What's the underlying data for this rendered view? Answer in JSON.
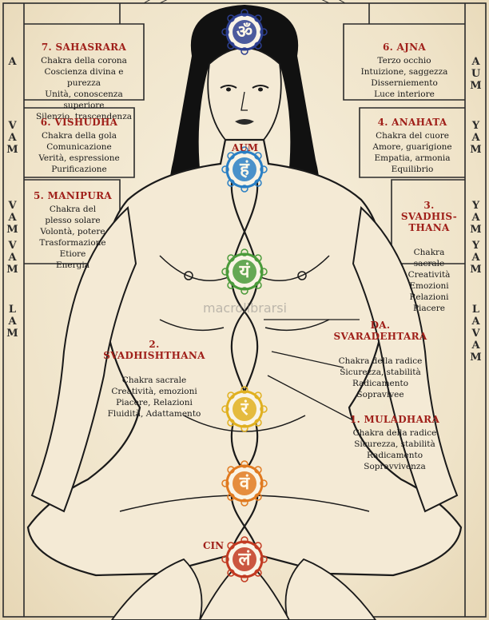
{
  "left_column_words": [
    "A",
    "VAM",
    "VAM",
    "VAM",
    "LAM"
  ],
  "right_column_words": [
    "AUM",
    "YAM",
    "YAM",
    "YAM",
    "LAVAM"
  ],
  "panels": {
    "sahasrara": {
      "title": "7. SAHASRARA",
      "lines": [
        "Chakra della corona",
        "Coscienza divina e purezza",
        "Unità, conoscenza superiore",
        "Silenzio, trascendenza"
      ]
    },
    "ajna": {
      "title": "6. AJNA",
      "lines": [
        "Terzo occhio",
        "Intuizione, saggezza",
        "Disserniemento",
        "Luce interiore"
      ]
    },
    "vishudha": {
      "title": "6. VISHUDHA",
      "lines": [
        "Chakra della gola",
        "Comunicazione",
        "Verità, espressione",
        "Purificazione"
      ]
    },
    "anahata": {
      "title": "4. ANAHATA",
      "lines": [
        "Chakra del cuore",
        "Amore, guarigione",
        "Empatia, armonia",
        "Equilibrio"
      ]
    },
    "manipura": {
      "title": "5. MANIPURA",
      "lines": [
        "Chakra del",
        "plesso solare",
        "Volontà, potere",
        "Trasformazione",
        "Etiore",
        "Energia"
      ]
    },
    "svadhis_right": {
      "title": "3. SVADHIS-\nTHANA",
      "lines": [
        "Chakra",
        "sacrale",
        "Creatività",
        "Emozioni",
        "Relazioni",
        "Piacere"
      ]
    },
    "svadhishthana": {
      "title": "2.\nSVADHISHTHANA",
      "lines": [
        "Chakra sacrale",
        "Creatività, emozioni",
        "Piacere, Relazioni",
        "Fluidità, Adattamento"
      ]
    },
    "svaradhtara": {
      "title": "DA.\nSVARADEHTARA",
      "lines": [
        "Chakra della radice",
        "Sicurezza, stabilità",
        "Radicamento",
        "Sopravivee"
      ]
    },
    "muladhara": {
      "title": "1. MULADHARA",
      "lines": [
        "Chakra della radice",
        "Sicurezza, stabilità",
        "Radicamento",
        "Sopravvivenza"
      ]
    }
  },
  "mantras": {
    "top": "AUM",
    "bottom": "CIN"
  },
  "chakras": [
    {
      "id": "sahasrara",
      "glyph": "ॐ",
      "color": "#2d3f8f"
    },
    {
      "id": "vishudha",
      "glyph": "हं",
      "color": "#2a7fc4"
    },
    {
      "id": "anahata",
      "glyph": "यं",
      "color": "#4a9a3a"
    },
    {
      "id": "manipura",
      "glyph": "रं",
      "color": "#e0b020"
    },
    {
      "id": "svadhishthana",
      "glyph": "वं",
      "color": "#e07a20"
    },
    {
      "id": "muladhara",
      "glyph": "लं",
      "color": "#c23a22"
    }
  ],
  "watermark": "macrolibrarsi"
}
